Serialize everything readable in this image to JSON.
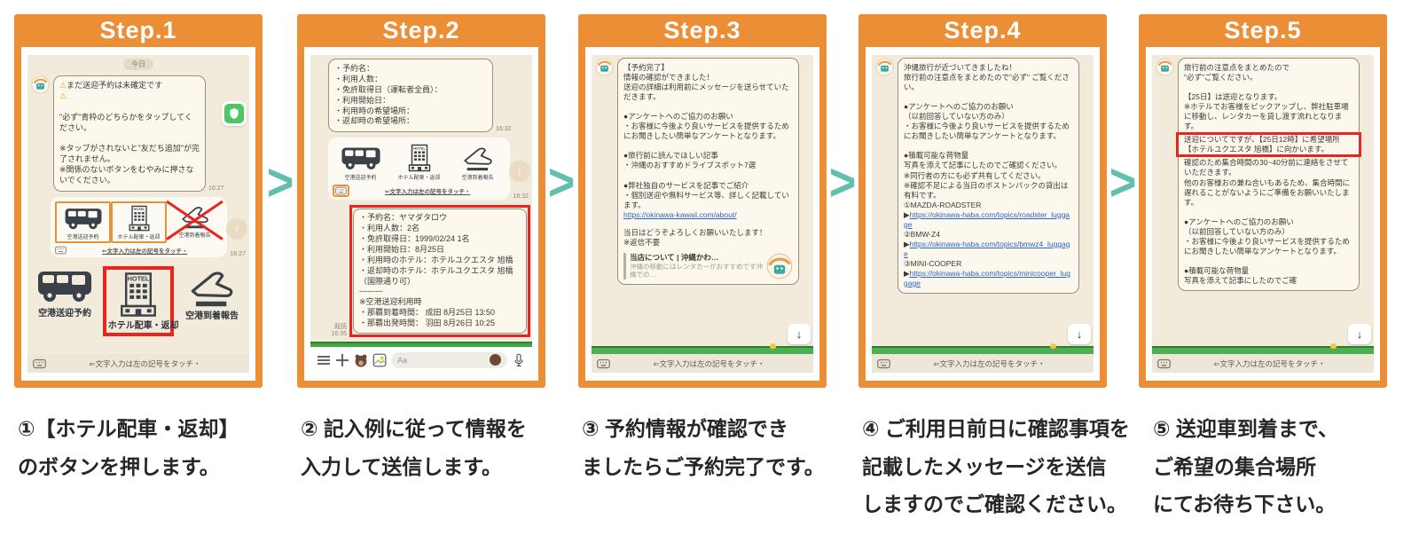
{
  "colors": {
    "accent_orange": "#EB8E35",
    "arrow_teal": "#5FC0AD",
    "highlight_red": "#E8251F",
    "link_blue": "#2A66C8",
    "line_green": "#4CC764"
  },
  "arrow_glyph": ">",
  "steps": [
    {
      "title": "Step.1",
      "caption": "①【ホテル配車・返却】\nのボタンを押します。",
      "chat": {
        "date_pill": "今日",
        "warn_icon": "⚠",
        "bubble_line1": "まだ送迎予約は未確定です",
        "bubble_body": "\n\"必ず\"青枠のどちらかをタップしてください。\n\n※タップがされないと\"友だち追加\"が完了されません。\n※関係のないボタンをむやみに押さないでください。",
        "bubble_time": "16:27",
        "tiles": [
          "空港送迎予約",
          "ホテル配車・返却",
          "空港到着報告"
        ],
        "card_footer": "⇐文字入力は左の記号をタッチ・",
        "card_time": "16:27",
        "share_icon": "↑",
        "menu_labels": [
          "空港送迎予約",
          "ホテル配車・返却",
          "空港到着報告"
        ],
        "bottom_bar": "⇐文字入力は左の記号をタッチ・"
      }
    },
    {
      "title": "Step.2",
      "caption": "② 記入例に従って情報を\n入力して送信します。",
      "chat": {
        "template_bubble": "・予約名：\n・利用人数：\n・免許取得日（運転者全員）：\n・利用開始日：\n・利用時の希望場所：\n・返却時の希望場所：",
        "template_time": "16:32",
        "tiles": [
          "空港送迎予約",
          "ホテル配車・返却",
          "空港到着報告"
        ],
        "card_footer": "⇐文字入力は左の記号をタッチ・",
        "card_time": "16:32",
        "share_icon": "↑",
        "sent_bubble": "・予約名：ヤマダタロウ\n・利用人数：2名\n・免許取得日：1999/02/24 1名\n・利用開始日：8月25日\n・利用時のホテル：ホテルユクエスタ 旭橋\n・返却時のホテル：ホテルユクエスタ 旭橋　（国際通り可）\n---------\n※空港送迎利用時\n・那覇到着時間： 成田 8月25日 13:50\n・那覇出発時間： 羽田 8月26日 10:25",
        "read_status": "既読\n16:35",
        "input_placeholder": "Aa"
      }
    },
    {
      "title": "Step.3",
      "caption": "③ 予約情報が確認でき\nましたらご予約完了です。",
      "chat": {
        "bubble_text1": "【予約完了】\n情報の確認ができました！\n送迎の詳細は利用前にメッセージを送らせていただきます。\n\n●アンケートへのご協力のお願い\n・お客様に今後より良いサービスを提供するためにお聞きしたい簡単なアンケートとなります。\n\n●旅行前に読んでほしい記事\n・沖縄のおすすめドライブスポット7選\n\n●弊社独自のサービスを記事でご紹介\n・個別送迎や無料サービス等、詳しく記載しています。",
        "link": "https://okinawa-kawaii.com/about/",
        "bubble_text2": "当日はどうぞよろしくお願いいたします！\n※返信不要",
        "preview_title": "当店について | 沖縄かわ…",
        "preview_desc": "沖縄の移動にはレンタカーがおすすめです沖縄での…",
        "down_arrow": "↓",
        "bottom_bar": "⇐文字入力は左の記号をタッチ・"
      }
    },
    {
      "title": "Step.4",
      "caption": "④ ご利用日前日に確認事項を\n記載したメッセージを送信\nしますのでご確認ください。",
      "chat": {
        "bubble_text1": "沖縄旅行が近づいてきましたね！\n旅行前の注意点をまとめたので\"必ず\" ご覧ください。\n\n●アンケートへのご協力のお願い\n（以前回答していない方のみ）\n・お客様に今後より良いサービスを提供するためにお聞きしたい簡単なアンケートとなります。\n\n●積載可能な荷物量\n写真を添えて記事にしたのでご確認ください。\n※同行者の方にも必ず共有してください。\n※確認不足による当日のボストンバックの貸出は有料です。",
        "link_prefix": "▶",
        "cars": [
          {
            "name": "①MAZDA-ROADSTER",
            "link": "https://okinawa-haba.com/topics/roadster_luggage"
          },
          {
            "name": "②BMW-Z4",
            "link": "https://okinawa-haba.com/topics/bmwz4_luggage"
          },
          {
            "name": "③MINI-COOPER",
            "link": "https://okinawa-haba.com/topics/minicooper_luggage"
          }
        ],
        "down_arrow": "↓",
        "bottom_bar": "⇐文字入力は左の記号をタッチ・"
      }
    },
    {
      "title": "Step.5",
      "caption": "⑤ 送迎車到着まで、\nご希望の集合場所\nにてお待ち下さい。",
      "chat": {
        "bubble_text1": "旅行前の注意点をまとめたので\n\"必ず\"ご覧ください。\n\n【25日】は送迎となります。\n※ホテルでお客様をピックアップし、弊社駐車場に移動し、レンタカーを貸し渡す流れとなります。",
        "highlight_text": "送迎についてですが、【25日12時】に希望場所\n【ホテルユクエスタ 旭橋】に向かいます。",
        "bubble_text2": "確認のため集合時間の30~40分前に連絡をさせていただきます。\n他のお客様おの兼ね合いもあるため、集合時間に遅れることがないようにご準備をお願いいたします。\n\n●アンケートへのご協力のお願い\n（以前回答していない方のみ）\n・お客様に今後より良いサービスを提供するためにお聞きしたい簡単なアンケートとなります。\n\n●積載可能な荷物量\n写真を添えて記事にしたのでご確",
        "down_arrow": "↓",
        "bottom_bar": "⇐文字入力は左の記号をタッチ・"
      }
    }
  ]
}
